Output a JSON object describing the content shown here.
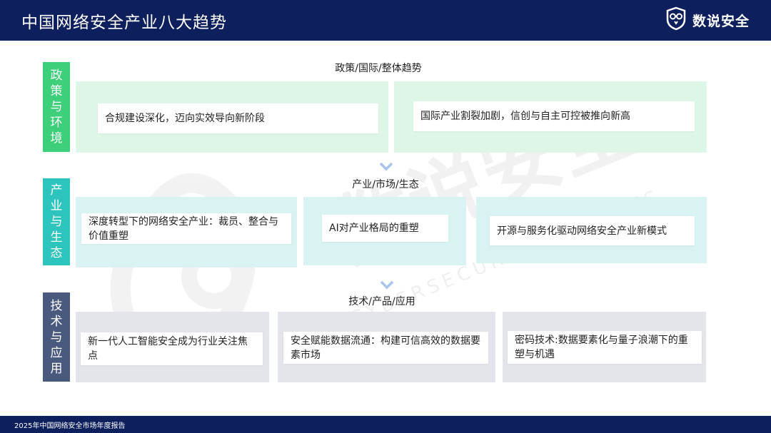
{
  "header": {
    "title": "中国网络安全产业八大趋势",
    "logo_text": "数说安全"
  },
  "footer": {
    "text": "2025年中国网络安全市场年度报告"
  },
  "watermark": {
    "main": "数说安全",
    "sub": "CYBERSECURITY REVIEWS"
  },
  "colors": {
    "navy": "#0d1f5c",
    "green": "#3ecf7a",
    "teal": "#2cc4bc",
    "slate": "#4a5a7e"
  },
  "sections": [
    {
      "side_label": [
        "政",
        "策",
        "与",
        "环",
        "境"
      ],
      "heading": "政策/国际/整体趋势",
      "cards": [
        "合规建设深化，迈向实效导向新阶段",
        "国际产业割裂加剧，信创与自主可控被推向新高"
      ]
    },
    {
      "side_label": [
        "产",
        "业",
        "与",
        "生",
        "态"
      ],
      "heading": "产业/市场/生态",
      "cards": [
        "深度转型下的网络安全产业：裁员、整合与价值重塑",
        "AI对产业格局的重塑",
        "开源与服务化驱动网络安全产业新模式"
      ]
    },
    {
      "side_label": [
        "技",
        "术",
        "与",
        "应",
        "用"
      ],
      "heading": "技术/产品/应用",
      "cards": [
        "新一代人工智能安全成为行业关注焦点",
        "安全赋能数据流通：构建可信高效的数据要素市场",
        "密码技术:数据要素化与量子浪潮下的重塑与机遇"
      ]
    }
  ]
}
